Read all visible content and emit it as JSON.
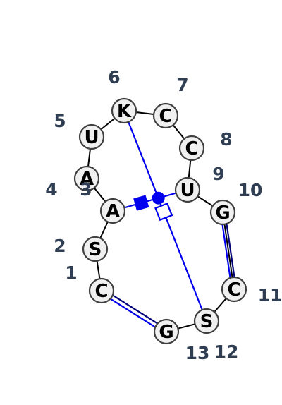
{
  "colors": {
    "interaction": "#0000ee",
    "backbone": "#000000",
    "label": "#2f3e52",
    "node_fill": "#f0f0f0",
    "node_stroke": "#404040"
  },
  "nucleotides": [
    {
      "index": "1",
      "letter": "C"
    },
    {
      "index": "2",
      "letter": "S"
    },
    {
      "index": "3",
      "letter": "A"
    },
    {
      "index": "4",
      "letter": "A"
    },
    {
      "index": "5",
      "letter": "U"
    },
    {
      "index": "6",
      "letter": "K"
    },
    {
      "index": "7",
      "letter": "C"
    },
    {
      "index": "8",
      "letter": "C"
    },
    {
      "index": "9",
      "letter": "U"
    },
    {
      "index": "10",
      "letter": "G"
    },
    {
      "index": "11",
      "letter": "C"
    },
    {
      "index": "12",
      "letter": "S"
    },
    {
      "index": "13",
      "letter": "G"
    }
  ],
  "interactions": [
    {
      "from": "1",
      "to": "13",
      "style": "double-line"
    },
    {
      "from": "10",
      "to": "11",
      "style": "double-line"
    },
    {
      "from": "3",
      "to": "9",
      "style": "square-circle"
    },
    {
      "from": "6",
      "to": "12",
      "style": "open-square"
    }
  ]
}
